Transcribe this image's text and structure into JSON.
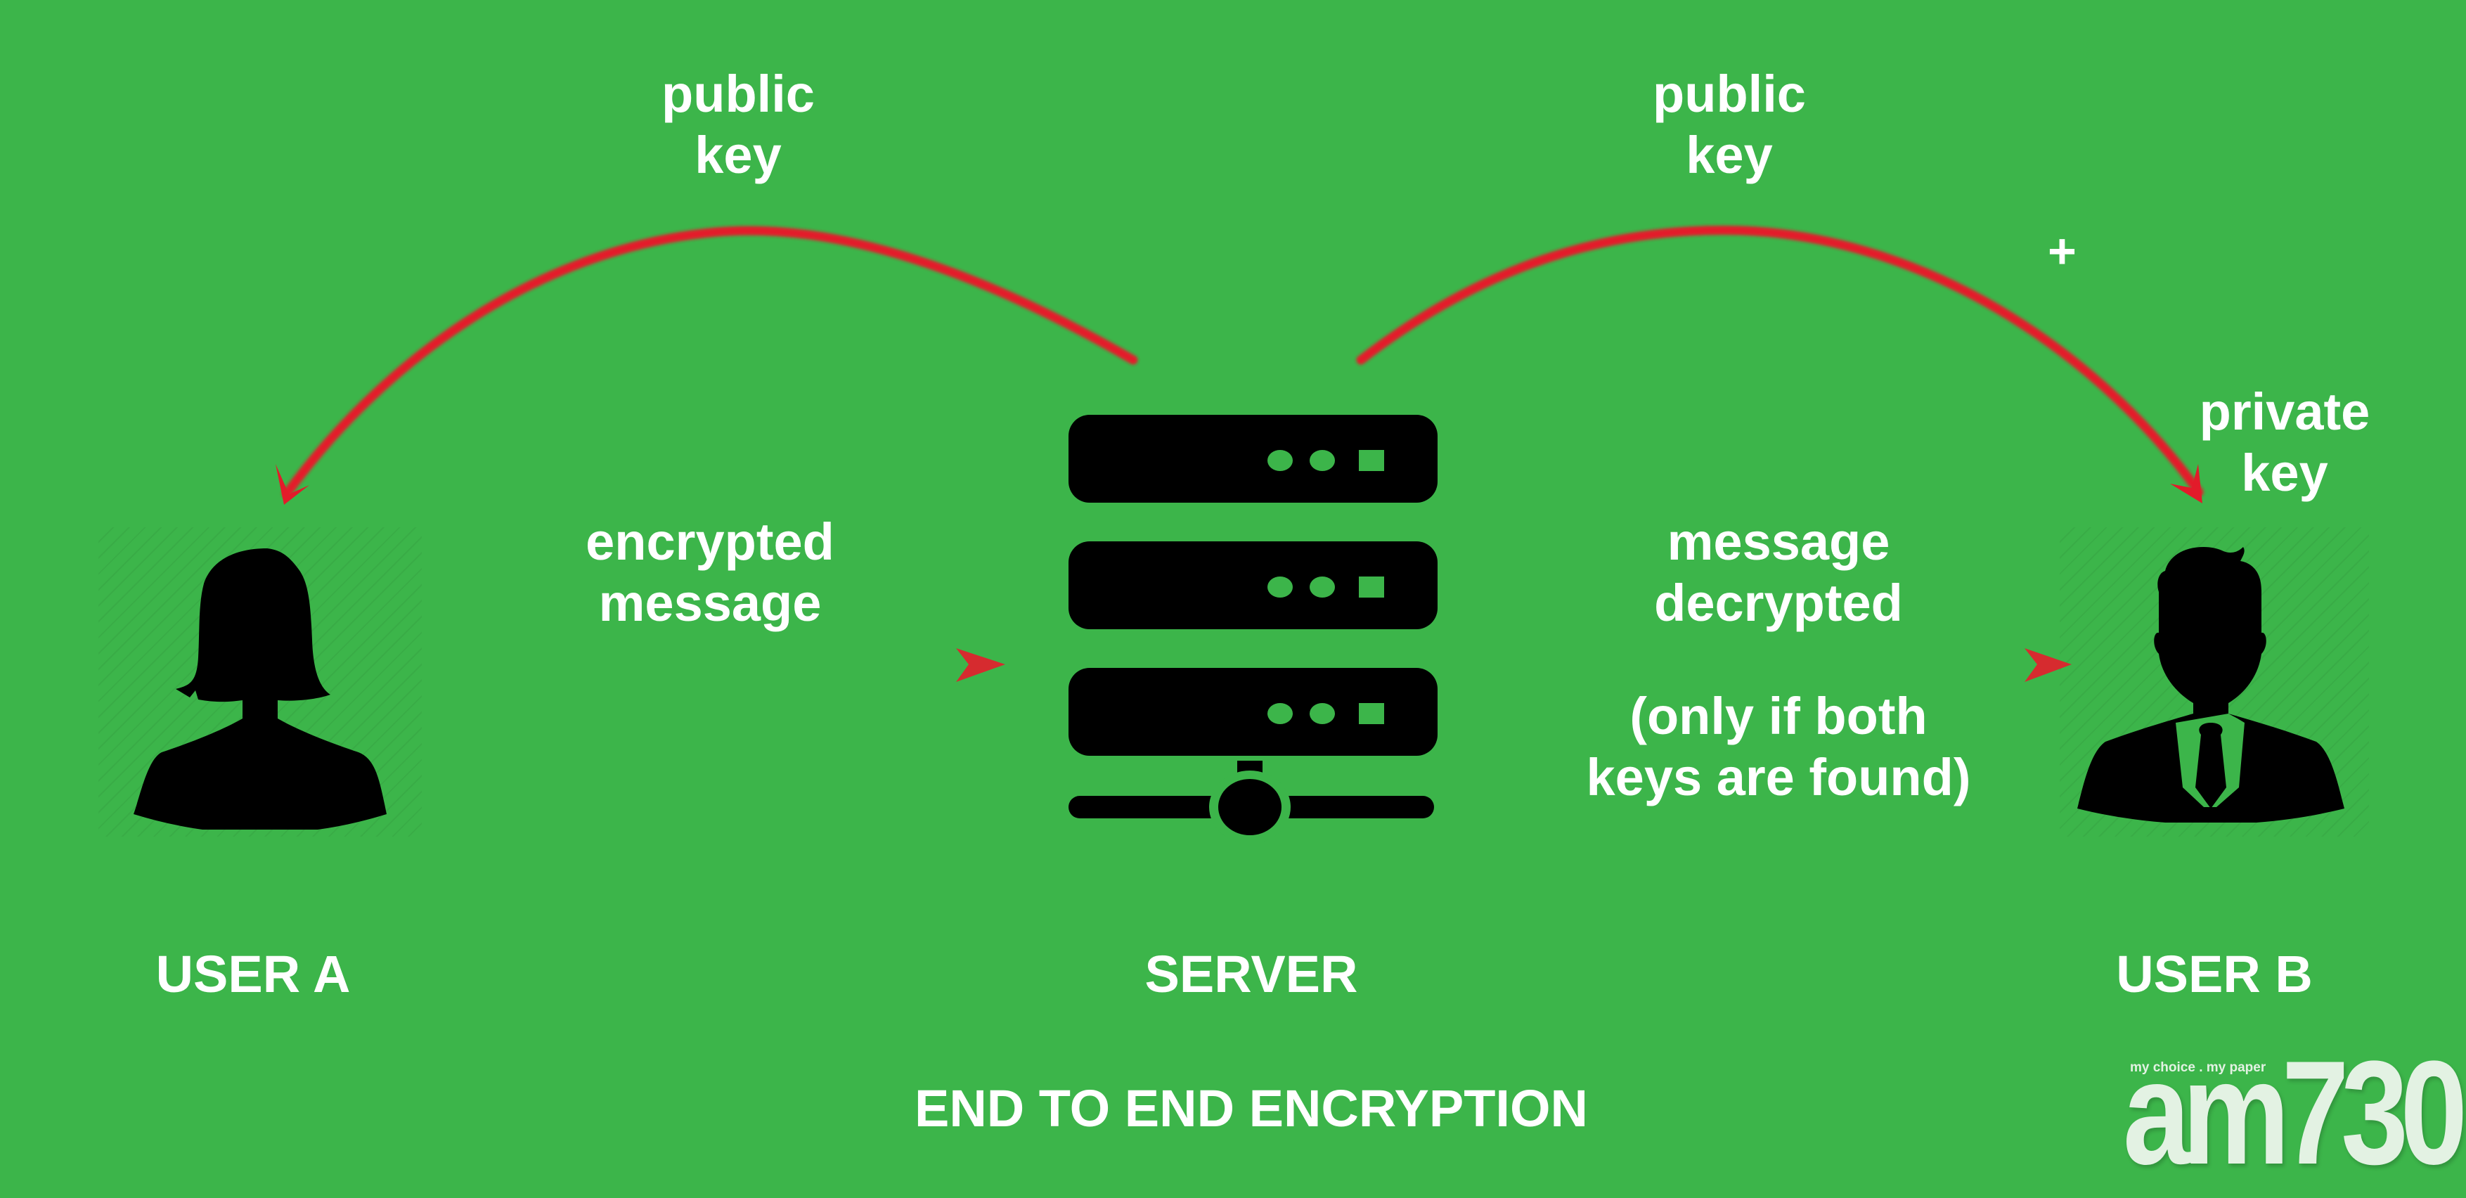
{
  "diagram": {
    "title": "END TO END ENCRYPTION",
    "colors": {
      "background": "#3cb54a",
      "arrow": "#e31b2a",
      "text": "#ffffff",
      "icon": "#000000"
    },
    "nodes": {
      "user_a": {
        "label": "USER A",
        "icon": "female-user-icon"
      },
      "server": {
        "label": "SERVER",
        "icon": "server-icon"
      },
      "user_b": {
        "label": "USER B",
        "icon": "male-user-icon"
      }
    },
    "edges": {
      "server_to_user_a_key": {
        "line1": "public",
        "line2": "key",
        "from": "SERVER",
        "to": "USER A"
      },
      "server_to_user_b_key": {
        "line1": "public",
        "line2": "key",
        "from": "SERVER",
        "to": "USER B"
      },
      "user_a_to_server": {
        "line1": "encrypted",
        "line2": "message",
        "from": "USER A",
        "to": "SERVER"
      },
      "server_to_user_b": {
        "line1": "message",
        "line2": "decrypted",
        "from": "SERVER",
        "to": "USER B"
      }
    },
    "condition": {
      "line1": "(only if both",
      "line2": "keys are found)"
    },
    "plus_sign": "+",
    "private_key": {
      "line1": "private",
      "line2": "key"
    }
  },
  "watermark": {
    "tagline": "my choice . my paper",
    "brand": "am730"
  }
}
